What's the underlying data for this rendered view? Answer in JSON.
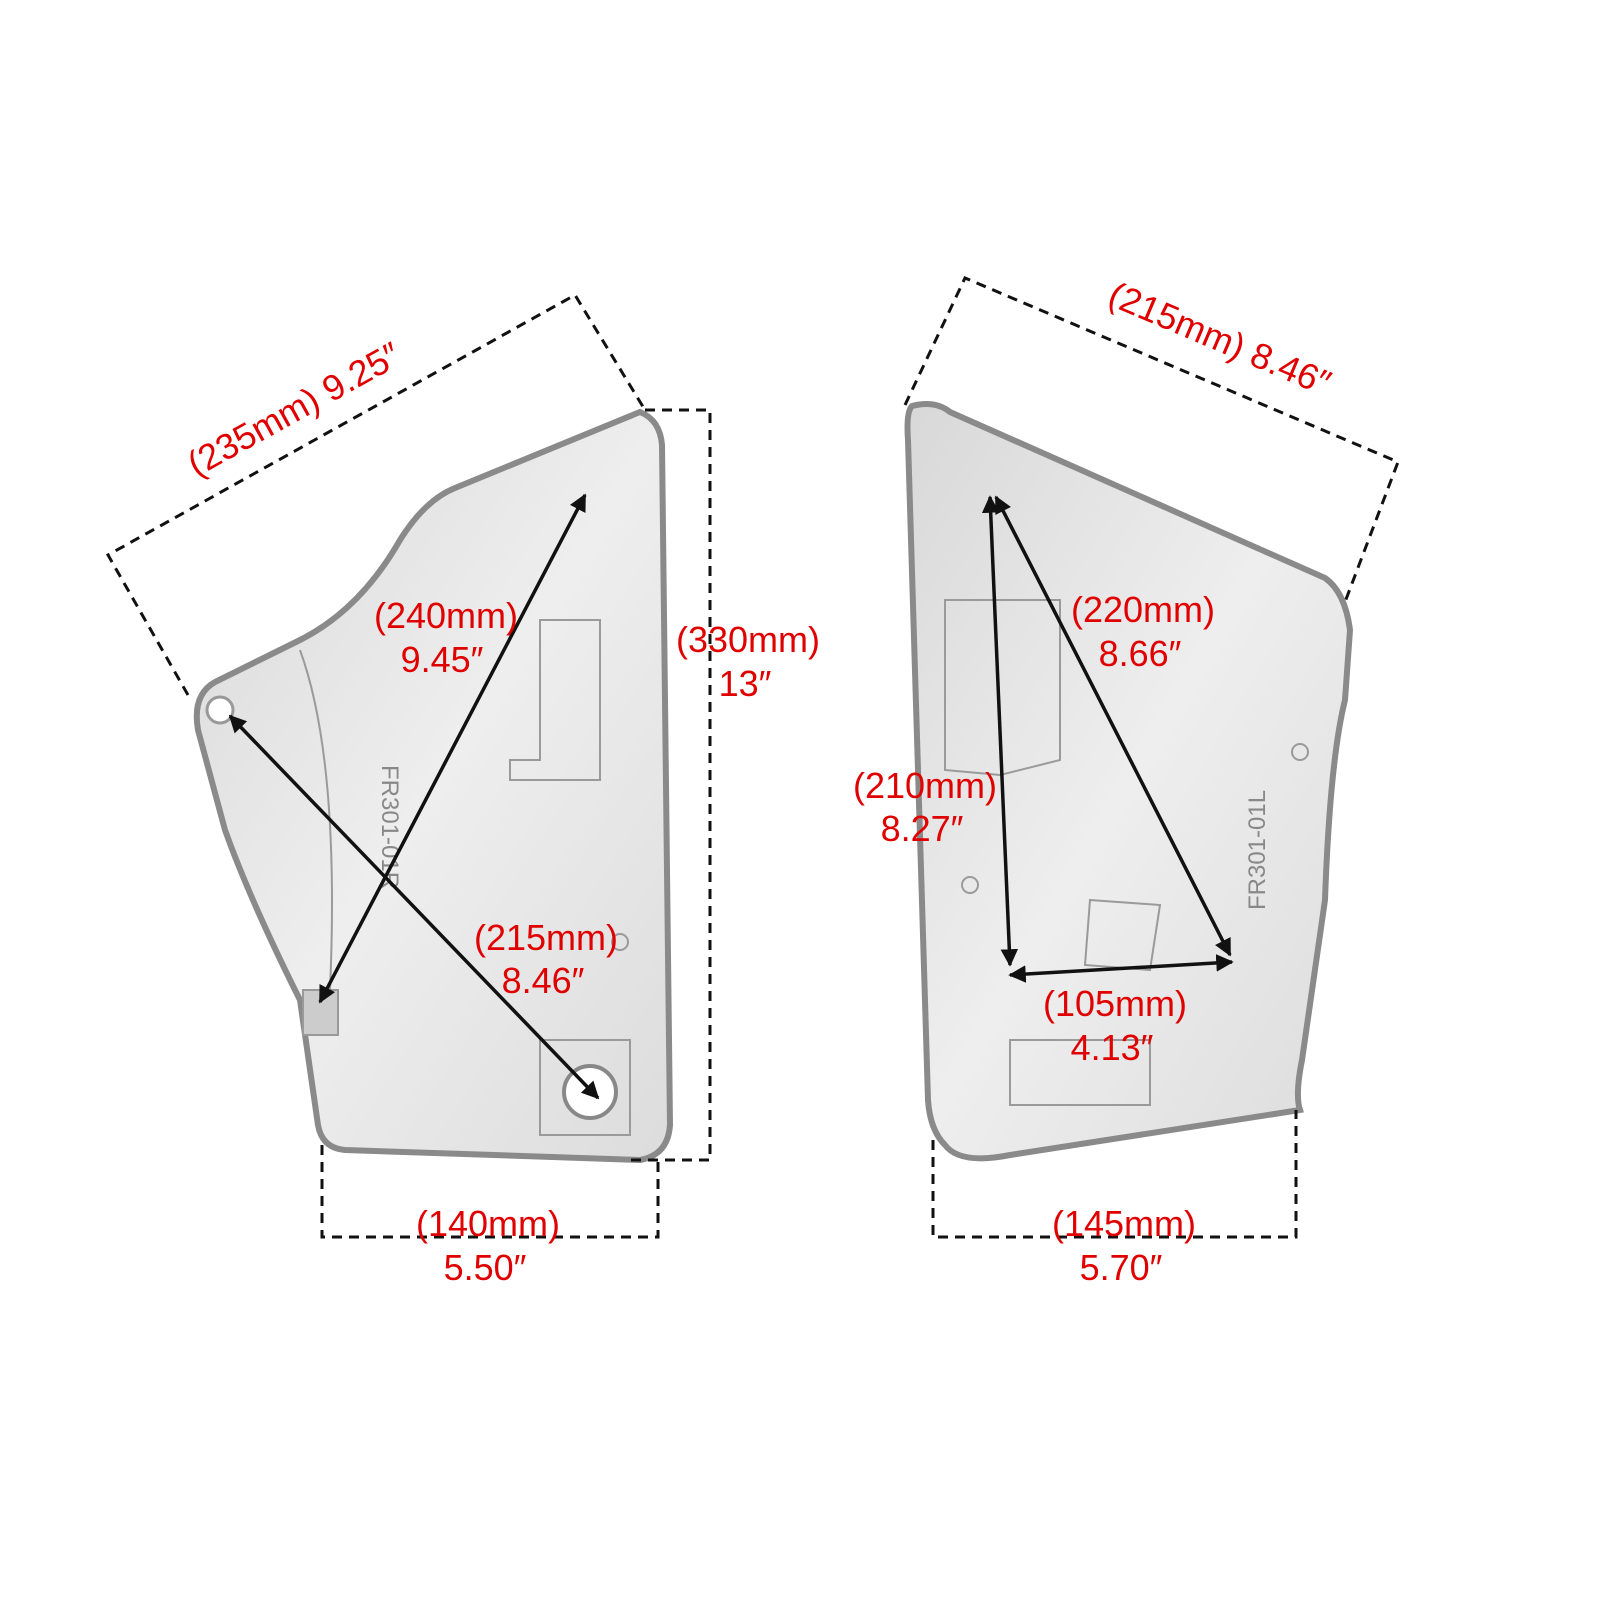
{
  "left_part": {
    "part_number": "FR301-01R",
    "dimensions": [
      {
        "metric": "(235mm)",
        "imperial": "9.25″",
        "label": "(235mm) 9.25″"
      },
      {
        "metric": "(330mm)",
        "imperial": "13″"
      },
      {
        "metric": "(240mm)",
        "imperial": "9.45″"
      },
      {
        "metric": "(215mm)",
        "imperial": "8.46″"
      },
      {
        "metric": "(140mm)",
        "imperial": "5.50″"
      }
    ]
  },
  "right_part": {
    "part_number": "FR301-01L",
    "dimensions": [
      {
        "metric": "(215mm)",
        "imperial": "8.46″",
        "label": "(215mm) 8.46″"
      },
      {
        "metric": "(220mm)",
        "imperial": "8.66″"
      },
      {
        "metric": "(210mm)",
        "imperial": "8.27″"
      },
      {
        "metric": "(105mm)",
        "imperial": "4.13″"
      },
      {
        "metric": "(145mm)",
        "imperial": "5.70″"
      }
    ]
  },
  "colors": {
    "label": "#e00000",
    "lines": "#111111",
    "panel": "#e4e4e4"
  }
}
